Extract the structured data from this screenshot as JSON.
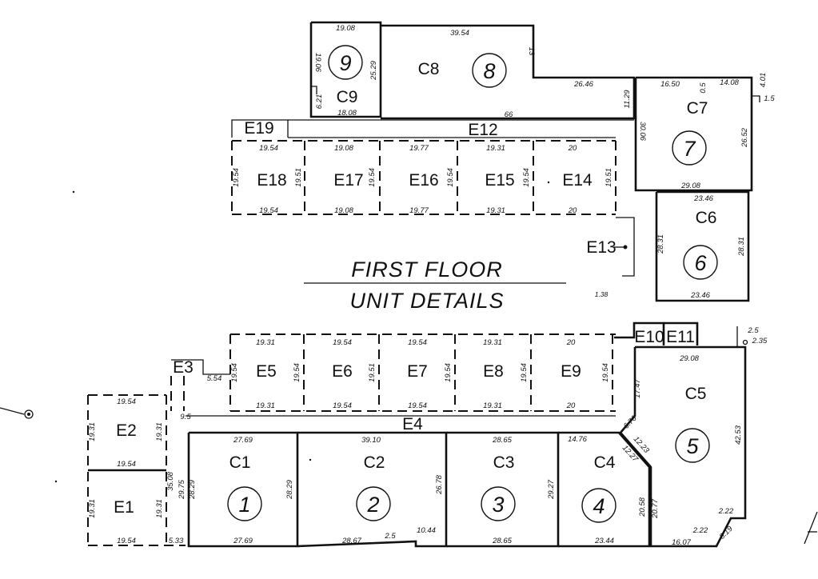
{
  "title": {
    "line1": "FIRST FLOOR",
    "line2": "UNIT DETAILS"
  },
  "units": {
    "C1": {
      "label": "C1",
      "number": "1"
    },
    "C2": {
      "label": "C2",
      "number": "2"
    },
    "C3": {
      "label": "C3",
      "number": "3"
    },
    "C4": {
      "label": "C4",
      "number": "4"
    },
    "C5": {
      "label": "C5",
      "number": "5"
    },
    "C6": {
      "label": "C6",
      "number": "6"
    },
    "C7": {
      "label": "C7",
      "number": "7"
    },
    "C8": {
      "label": "C8",
      "number": "8"
    },
    "C9": {
      "label": "C9",
      "number": "9"
    },
    "E1": {
      "label": "E1"
    },
    "E2": {
      "label": "E2"
    },
    "E3": {
      "label": "E3"
    },
    "E4": {
      "label": "E4"
    },
    "E5": {
      "label": "E5"
    },
    "E6": {
      "label": "E6"
    },
    "E7": {
      "label": "E7"
    },
    "E8": {
      "label": "E8"
    },
    "E9": {
      "label": "E9"
    },
    "E10": {
      "label": "E10"
    },
    "E11": {
      "label": "E11"
    },
    "E12": {
      "label": "E12"
    },
    "E13": {
      "label": "E13"
    },
    "E14": {
      "label": "E14"
    },
    "E15": {
      "label": "E15"
    },
    "E16": {
      "label": "E16"
    },
    "E17": {
      "label": "E17"
    },
    "E18": {
      "label": "E18"
    },
    "E19": {
      "label": "E19"
    }
  },
  "dims": {
    "c9_top": "19.08",
    "c9_left": "19.06",
    "c9_right": "25.29",
    "c9_bot": "18.08",
    "c9_small": "6.21",
    "c8_top": "39.54",
    "c8_right": "13",
    "c8_step": "26.46",
    "c8_bot": "66",
    "c8_side": "11.29",
    "c7_top": "16.50",
    "c7_gap": "0.5",
    "c7_top2": "14.08",
    "c7_left": "30.06",
    "c7_right": "26.52",
    "c7_bot": "29.08",
    "c7_a": "4.01",
    "c7_b": "1.5",
    "c6_top": "23.46",
    "c6_left": "28.31",
    "c6_right": "28.31",
    "c6_bot": "23.46",
    "n_e18_top": "19.54",
    "n_e17_top": "19.08",
    "n_e16_top": "19.77",
    "n_e15_top": "19.31",
    "n_e14_top": "20",
    "n_e18_bot": "19.54",
    "n_e17_bot": "19.08",
    "n_e16_bot": "19.77",
    "n_e15_bot": "19.31",
    "n_e14_bot": "20",
    "n_w1": "19.54",
    "n_w2": "19.51",
    "n_w3": "19.54",
    "n_w4": "19.54",
    "n_w5": "19.54",
    "n_w6": "19.51",
    "e13_note": "1.38",
    "s_e5_top": "19.31",
    "s_e6_top": "19.54",
    "s_e7_top": "19.54",
    "s_e8_top": "19.31",
    "s_e9_top": "20",
    "s_e5_bot": "19.31",
    "s_e6_bot": "19.54",
    "s_e7_bot": "19.54",
    "s_e8_bot": "19.31",
    "s_e9_bot": "20",
    "s_w1": "19.54",
    "s_w2": "19.54",
    "s_w3": "19.51",
    "s_w4": "19.54",
    "s_w5": "19.54",
    "s_w6": "19.54",
    "e3_a": "5.54",
    "e3_b": "9.5",
    "e2_top": "19.54",
    "e2_left": "19.31",
    "e2_right": "19.31",
    "e1_top": "19.54",
    "e1_left": "19.31",
    "e1_right": "19.31",
    "e1_bot": "19.54",
    "e1_side": "35.08",
    "e1_c": "5.33",
    "c1_top": "27.69",
    "c1_bot": "27.69",
    "c1_left": "28.29",
    "c1_right": "28.29",
    "c1_out": "29.75",
    "c2_top": "39.10",
    "c2_bot": "28.67",
    "c2_right": "26.78",
    "c2_a": "2.5",
    "c2_b": "10.44",
    "c3_top": "28.65",
    "c3_bot": "28.65",
    "c3_right": "29.27",
    "c4_top": "14.76",
    "c4_d1": "12.23",
    "c4_d2": "12.27",
    "c4_right": "20.58",
    "c4_bot": "23.44",
    "c4_r2": "20.77",
    "c5_top": "29.08",
    "c5_left": "17.47",
    "c5_d": "6.76",
    "c5_right": "42.53",
    "c5_a": "2.22",
    "c5_b": "2.22",
    "c5_c": "8.19",
    "c5_bot": "16.07",
    "c5_n1": "2.5",
    "c5_n2": "2.35"
  }
}
